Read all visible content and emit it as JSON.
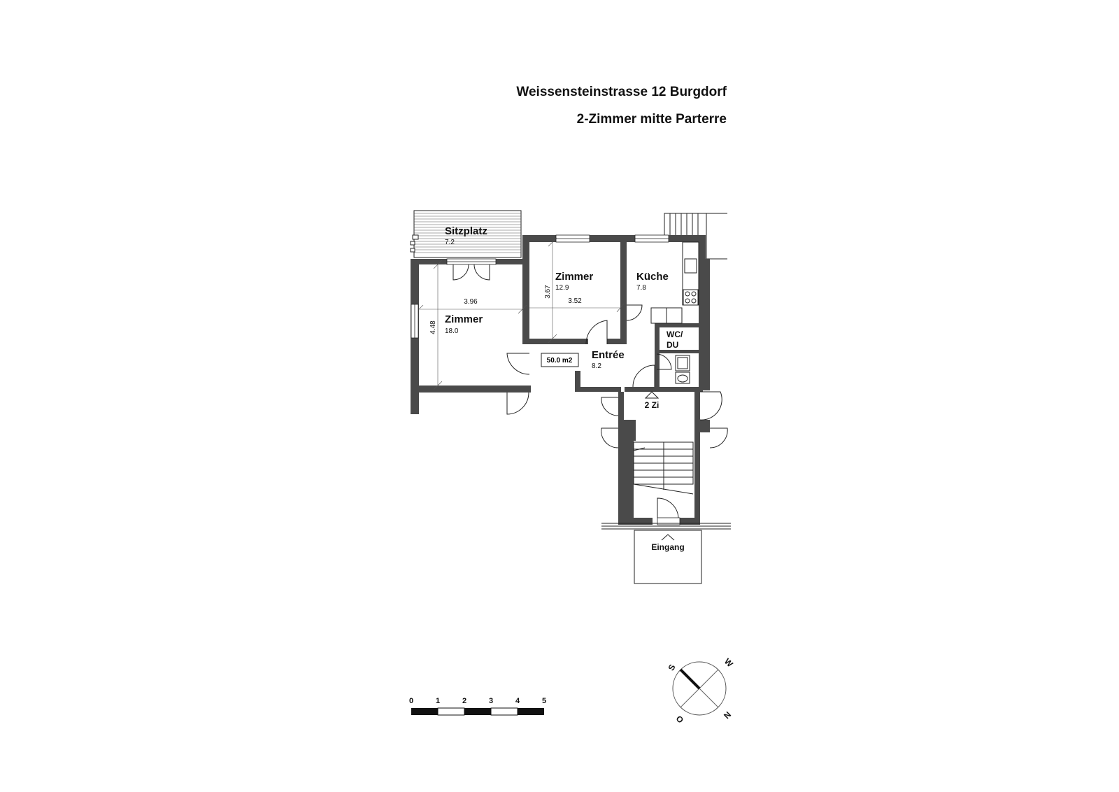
{
  "title": {
    "line1": "Weissensteinstrasse 12 Burgdorf",
    "line2": "2-Zimmer mitte Parterre"
  },
  "rooms": {
    "sitzplatz": {
      "name": "Sitzplatz",
      "area": "7.2"
    },
    "zimmer_left": {
      "name": "Zimmer",
      "area": "18.0"
    },
    "zimmer_mid": {
      "name": "Zimmer",
      "area": "12.9"
    },
    "kueche": {
      "name": "Küche",
      "area": "7.8"
    },
    "wc": {
      "line1": "WC/",
      "line2": "DU"
    },
    "entree": {
      "name": "Entrée",
      "area": "8.2"
    }
  },
  "dimensions": {
    "zimmer_left_width": "3.96",
    "zimmer_left_depth": "4.48",
    "zimmer_mid_width": "3.52",
    "zimmer_mid_depth": "3.67"
  },
  "total_area": "50.0 m2",
  "unit_label": "2 Zi",
  "entrance_label": "Eingang",
  "scale_bar": {
    "labels": [
      "0",
      "1",
      "2",
      "3",
      "4",
      "5"
    ]
  },
  "compass": {
    "labels": {
      "S": "S",
      "W": "W",
      "N": "N",
      "O": "O"
    }
  }
}
